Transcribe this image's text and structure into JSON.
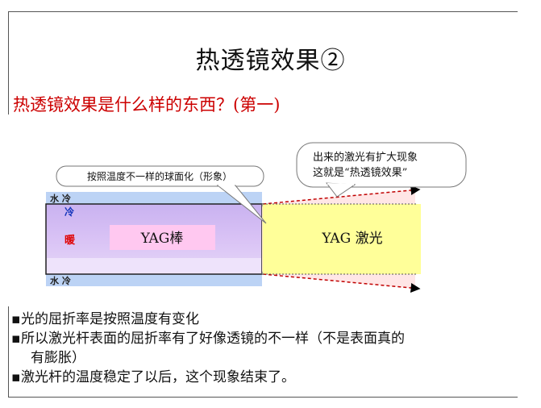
{
  "slide": {
    "title": "热透镜效果②",
    "subtitle": "热透镜效果是什么样的东西？(第一)"
  },
  "figure": {
    "callout_left": "按照温度不一样的球面化（形象）",
    "callout_right_line1": "出来的激光有扩大现象",
    "callout_right_line2": "这就是“热透镜效果”",
    "label_water_top": "水 冷",
    "label_cold": "冷",
    "label_warm": "暖",
    "label_water_bottom": "水 冷",
    "rod_label": "YAG棒",
    "laser_label": "YAG 激光",
    "colors": {
      "water": "#bcd3f5",
      "rod": "#c9b2f0",
      "rod_core": "#ffc8f0",
      "laser": "#ffff99",
      "beam_edge": "#c00000",
      "cold_text": "#1133bb",
      "warm_text": "#e00000"
    }
  },
  "bullets": [
    {
      "marker": "▪",
      "text": "光的屈折率是按照温度有变化",
      "cont": ""
    },
    {
      "marker": "▪",
      "text": "所以激光杆表面的屈折率有了好像透镜的不一样（不是表面真的",
      "cont": "有膨胀）"
    },
    {
      "marker": "▪",
      "text": "激光杆的温度稳定了以后，这个现象结束了。",
      "cont": ""
    }
  ]
}
